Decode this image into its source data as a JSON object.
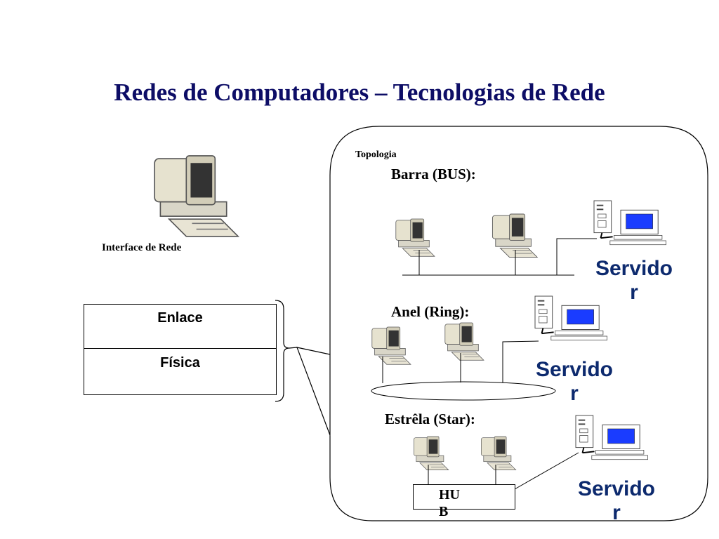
{
  "slide": {
    "title": "Redes de Computadores – Tecnologias de Rede",
    "interface_label": "Interface de Rede"
  },
  "layers": {
    "top": "Enlace",
    "bottom": "Física"
  },
  "topology": {
    "heading": "Topologia",
    "bus": {
      "label": "Barra (BUS):",
      "server": "Servidor"
    },
    "ring": {
      "label": "Anel (Ring):",
      "server": "Servidor"
    },
    "star": {
      "label": "Estrêla (Star):",
      "server": "Servidor",
      "hub": "HUB"
    }
  },
  "colors": {
    "title": "#0d0d66",
    "server_label": "#0d2a6e",
    "screen": "#1a3cff"
  }
}
